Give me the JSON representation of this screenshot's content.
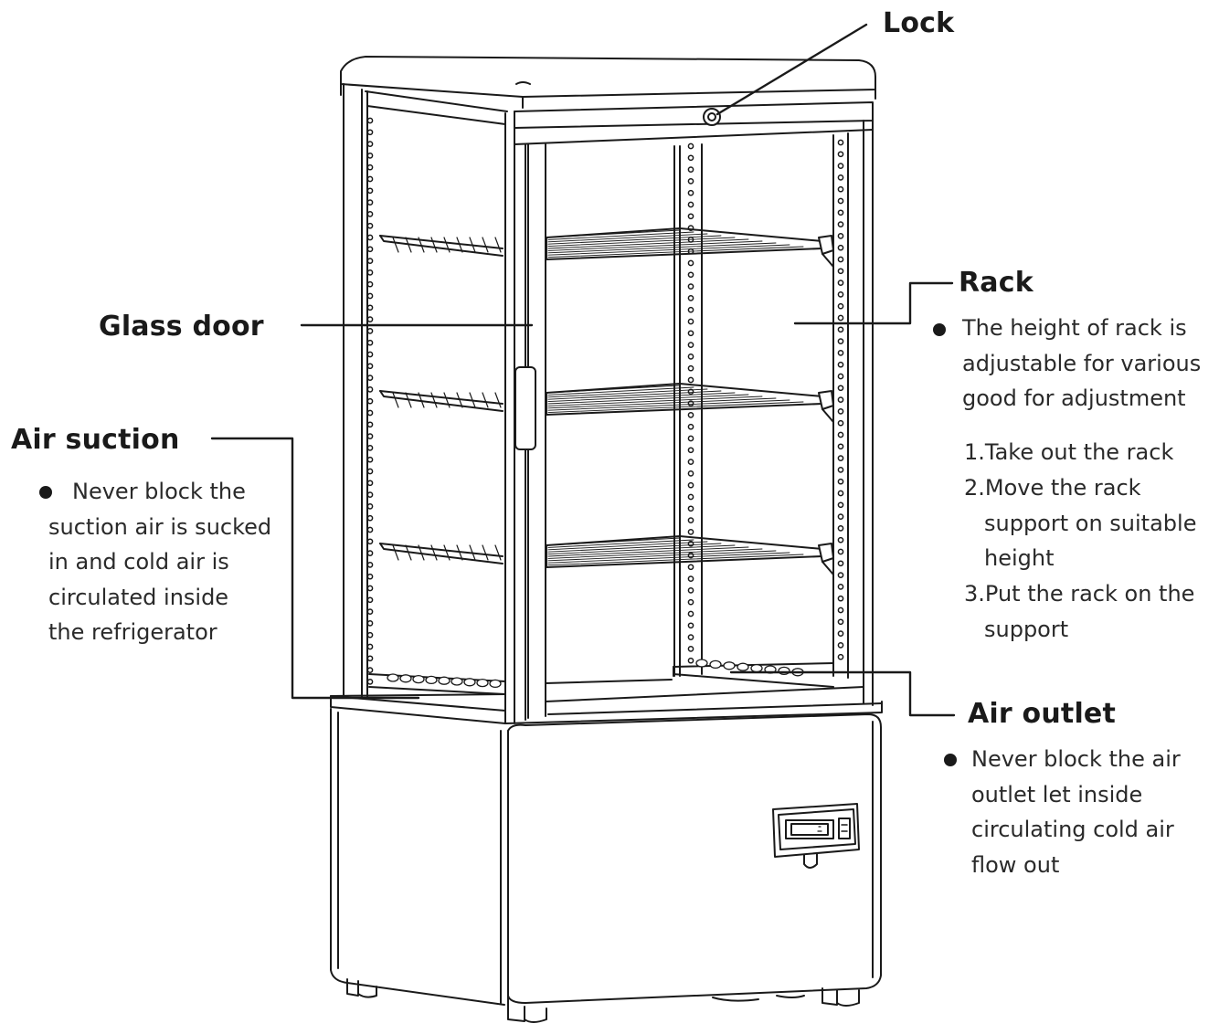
{
  "callouts": {
    "lock": {
      "title": "Lock"
    },
    "glass_door": {
      "title": "Glass door"
    },
    "rack": {
      "title": "Rack",
      "bullet_lines": [
        "The height of rack is",
        "adjustable for various",
        "good for adjustment"
      ],
      "steps": [
        {
          "first": "1.Take out the rack",
          "rest": []
        },
        {
          "first": "2.Move the rack",
          "rest": [
            "support on suitable",
            "height"
          ]
        },
        {
          "first": "3.Put the rack on the",
          "rest": [
            "support"
          ]
        }
      ]
    },
    "air_suction": {
      "title": "Air suction",
      "bullet_lines": [
        "Never block the",
        "suction air is sucked",
        "in and cold air is",
        "circulated inside",
        "the refrigerator"
      ]
    },
    "air_outlet": {
      "title": "Air outlet",
      "bullet_lines": [
        "Never block the air",
        "outlet let inside",
        "circulating cold air",
        "flow out"
      ]
    }
  },
  "colors": {
    "line": "#1a1a1a",
    "text": "#2a2a2a",
    "background": "#ffffff"
  }
}
